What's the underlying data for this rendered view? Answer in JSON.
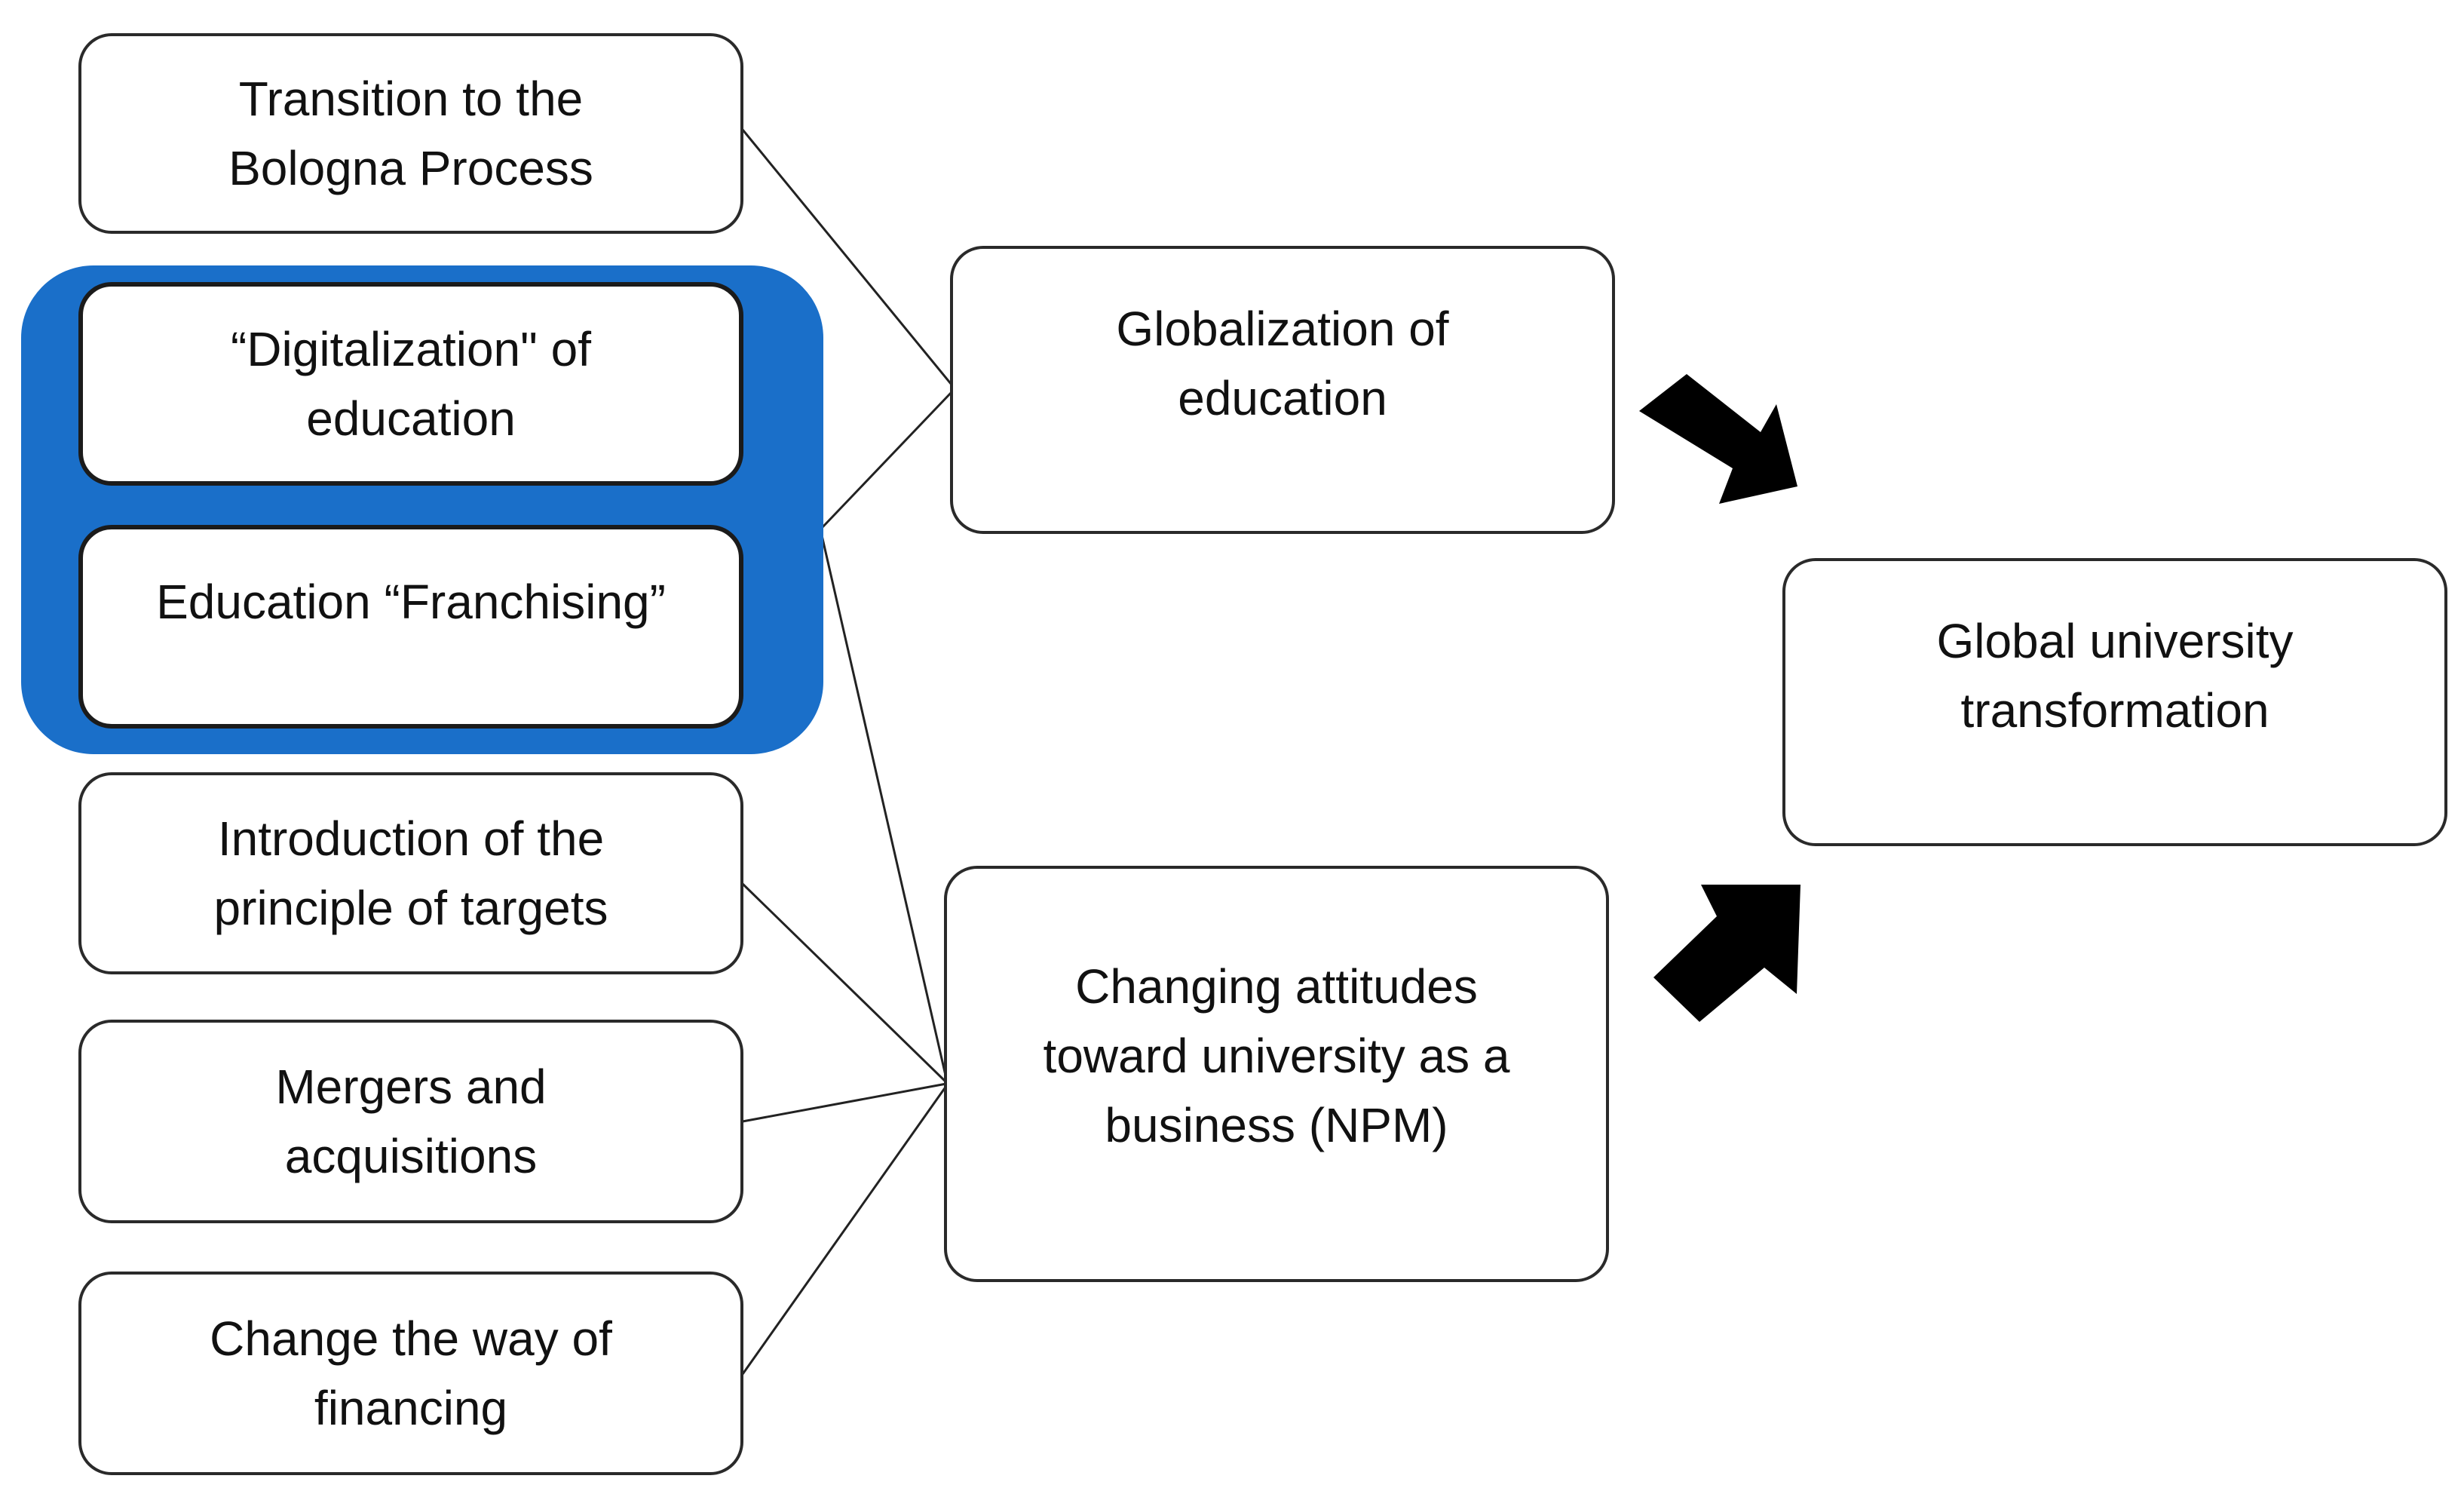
{
  "diagram": {
    "nodes": {
      "bologna": "Transition to the\nBologna Process",
      "digitalization": "“Digitalization\" of\neducation",
      "franchising": "Education “Franchising”",
      "targets": "Introduction of the\nprinciple of targets",
      "mergers": "Mergers and\nacquisitions",
      "financing": "Change the way of\nfinancing",
      "globalization": "Globalization of\neducation",
      "npm": "Changing attitudes\ntoward university as a\nbusiness (NPM)",
      "global_transformation": "Global university\ntransformation"
    },
    "edges": [
      {
        "from": "bologna",
        "to": "globalization",
        "style": "line"
      },
      {
        "from": "digitalization_franchising_group",
        "to": "globalization",
        "style": "line"
      },
      {
        "from": "digitalization_franchising_group",
        "to": "npm",
        "style": "line"
      },
      {
        "from": "targets",
        "to": "npm",
        "style": "line"
      },
      {
        "from": "mergers",
        "to": "npm",
        "style": "line"
      },
      {
        "from": "financing",
        "to": "npm",
        "style": "line"
      },
      {
        "from": "globalization",
        "to": "global_transformation",
        "style": "block-arrow"
      },
      {
        "from": "npm",
        "to": "global_transformation",
        "style": "block-arrow"
      }
    ],
    "colors": {
      "group_highlight": "#1a6fc9",
      "box_border": "#2a2a2a",
      "arrow_fill": "#000000",
      "line": "#222222"
    }
  }
}
